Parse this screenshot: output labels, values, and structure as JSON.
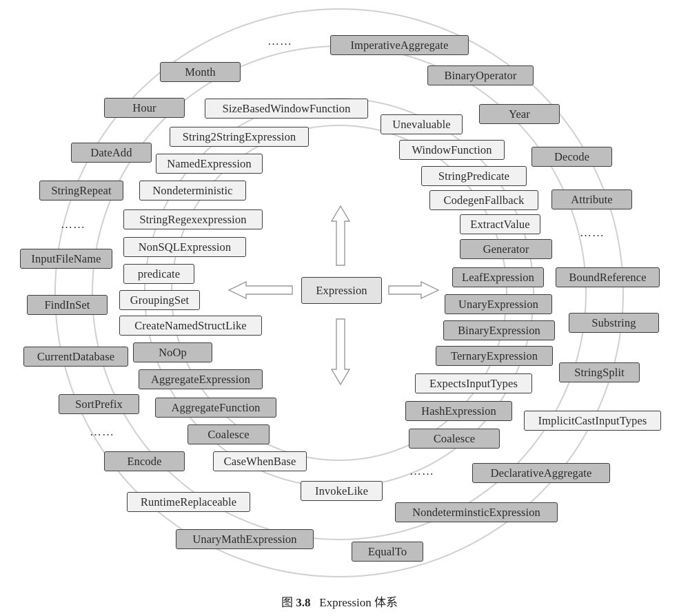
{
  "center": {
    "label": "Expression"
  },
  "ellipsis": "……",
  "caption": {
    "fig_prefix": "图",
    "fig_number": "3.8",
    "text": "Expression 体系"
  },
  "inner_left": [
    "SizeBasedWindowFunction",
    "String2StringExpression",
    "NamedExpression",
    "Nondeterministic",
    "StringRegexexpression",
    "NonSQLExpression",
    "predicate",
    "GroupingSet",
    "CreateNamedStructLike",
    "NoOp",
    "AggregateExpression",
    "AggregateFunction",
    "Coalesce",
    "CaseWhenBase",
    "InvokeLike"
  ],
  "inner_right": [
    "Unevaluable",
    "WindowFunction",
    "StringPredicate",
    "CodegenFallback",
    "ExtractValue",
    "Generator",
    "LeafExpression",
    "UnaryExpression",
    "BinaryExpression",
    "TernaryExpression",
    "ExpectsInputTypes",
    "HashExpression",
    "Coalesce"
  ],
  "outer_left": [
    "Month",
    "Hour",
    "DateAdd",
    "StringRepeat",
    "InputFileName",
    "FindInSet",
    "CurrentDatabase",
    "SortPrefix",
    "Encode",
    "RuntimeReplaceable",
    "UnaryMathExpression"
  ],
  "outer_right": [
    "ImperativeAggregate",
    "BinaryOperator",
    "Year",
    "Decode",
    "Attribute",
    "BoundReference",
    "Substring",
    "StringSplit",
    "ImplicitCastInputTypes",
    "DeclarativeAggregate",
    "NondeterminsticExpression",
    "EqualTo"
  ]
}
